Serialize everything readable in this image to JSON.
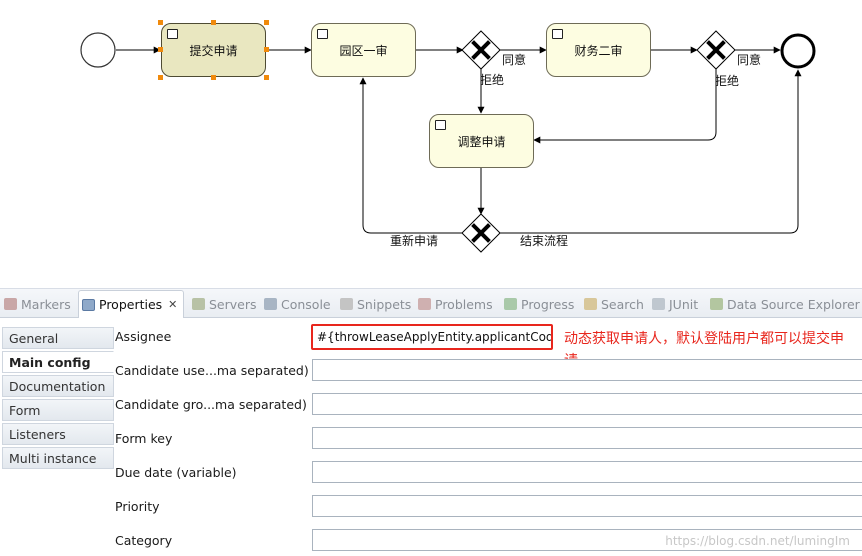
{
  "diagram": {
    "tasks": {
      "submit": "提交申请",
      "park_review": "园区一审",
      "finance_review": "财务二审",
      "adjust": "调整申请"
    },
    "labels": {
      "agree1": "同意",
      "reject1": "拒绝",
      "agree2": "同意",
      "reject2": "拒绝",
      "reapply": "重新申请",
      "end_flow": "结束流程"
    }
  },
  "views": {
    "tabs": [
      "Markers",
      "Properties",
      "Servers",
      "Console",
      "Snippets",
      "Problems",
      "Progress",
      "Search",
      "JUnit",
      "Data Source Explorer"
    ],
    "active": "Properties"
  },
  "properties": {
    "left_tabs": [
      "General",
      "Main config",
      "Documentation",
      "Form",
      "Listeners",
      "Multi instance"
    ],
    "active_tab": "Main config",
    "fields": {
      "assignee_label": "Assignee",
      "assignee_value": "#{throwLeaseApplyEntity.applicantCode}",
      "candidate_users_label": "Candidate use...ma separated)",
      "candidate_groups_label": "Candidate gro...ma separated)",
      "form_key_label": "Form key",
      "due_date_label": "Due date (variable)",
      "priority_label": "Priority",
      "category_label": "Category"
    },
    "annotation": "动态获取申请人，默认登陆用户都可以提交申请"
  },
  "watermark": "https://blog.csdn.net/lumingIm",
  "colors": {
    "task_fill": "#fdfde1",
    "task_selected": "#e9e7c0",
    "handle": "#f08a0c",
    "highlight": "#e8261d"
  }
}
